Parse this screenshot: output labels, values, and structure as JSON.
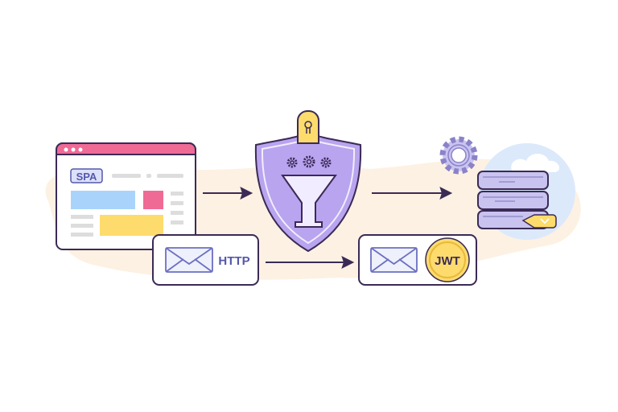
{
  "labels": {
    "spa": "SPA",
    "http": "HTTP",
    "jwt": "JWT"
  },
  "colors": {
    "outline": "#3b2a55",
    "purple": "#b9a4f0",
    "purple_light": "#d9ccfa",
    "pink": "#f06a96",
    "blue": "#a9d3fb",
    "yellow": "#fddb6d",
    "peach": "#fdf1e3",
    "sky": "#dbe9fb"
  },
  "icons": [
    "browser-window-icon",
    "envelope-icon",
    "shield-icon",
    "funnel-icon",
    "gear-icon",
    "lock-icon",
    "server-stack-icon",
    "cloud-icon",
    "token-coin-icon",
    "arrow-right-icon",
    "check-tag-icon"
  ]
}
